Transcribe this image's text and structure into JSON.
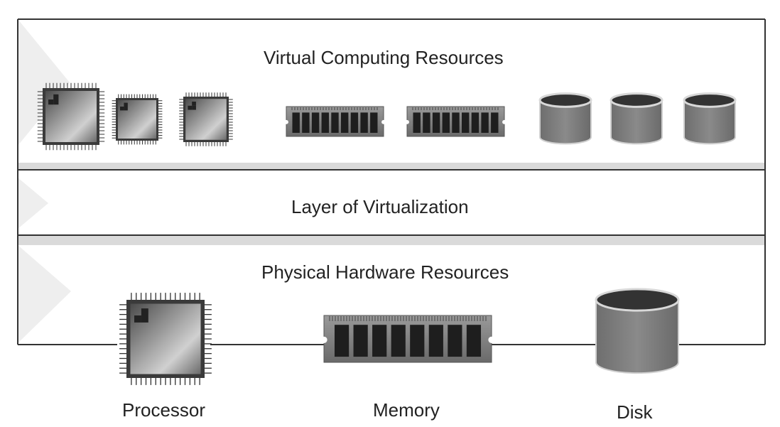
{
  "sections": {
    "virtual": {
      "title": "Virtual Computing Resources"
    },
    "layer": {
      "title": "Layer of Virtualization"
    },
    "physical": {
      "title": "Physical Hardware Resources"
    }
  },
  "hardware": {
    "processor": "Processor",
    "memory": "Memory",
    "disk": "Disk"
  },
  "icons": {
    "virtual": [
      "processor-chip-icon",
      "processor-chip-icon",
      "processor-chip-icon",
      "memory-module-icon",
      "memory-module-icon",
      "disk-icon",
      "disk-icon",
      "disk-icon"
    ],
    "physical": [
      "processor-chip-icon",
      "memory-module-icon",
      "disk-icon"
    ]
  },
  "colors": {
    "border": "#333333",
    "chevron": "#eeeeee",
    "separator_shadow": "#d8d8d8",
    "chip_dark": "#555555",
    "chip_light": "#c8c8c8",
    "memory_body": "#7a7a7a",
    "memory_slot": "#222222",
    "disk_body": "#7d7d7d",
    "disk_top": "#333333"
  }
}
